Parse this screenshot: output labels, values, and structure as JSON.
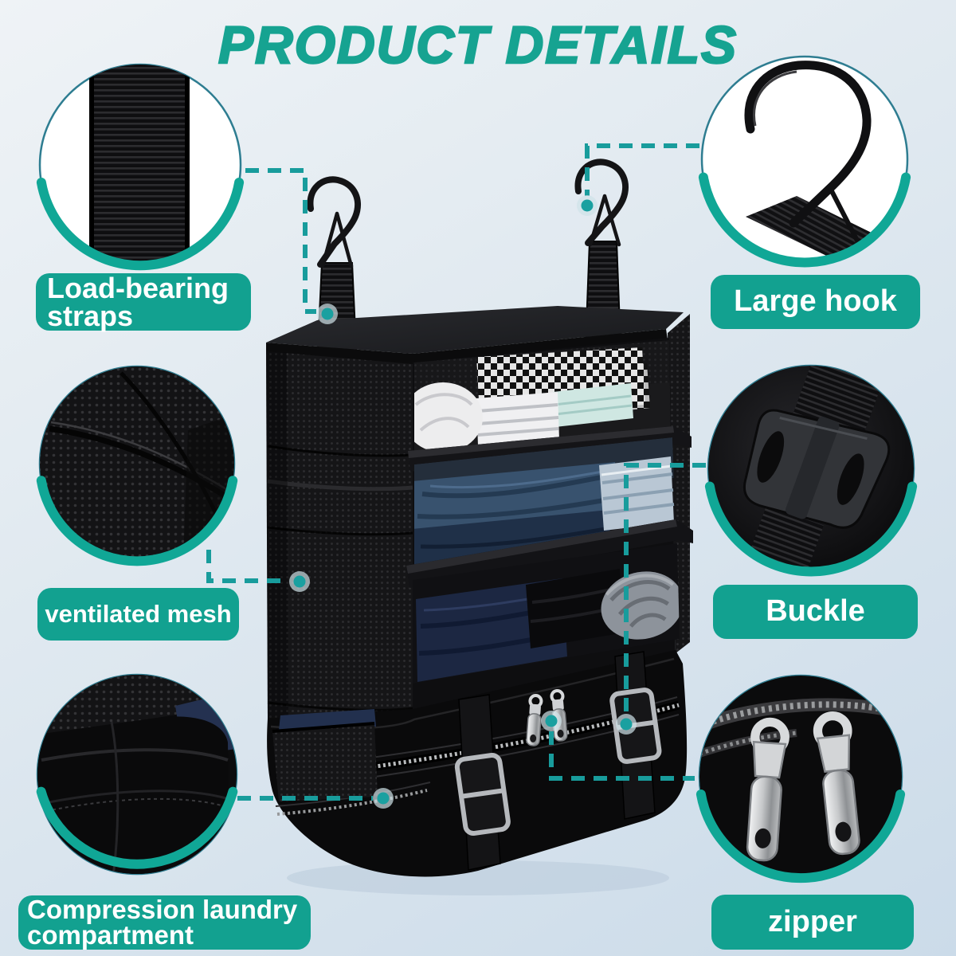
{
  "title": "PRODUCT DETAILS",
  "callouts": [
    {
      "id": "load-bearing-straps",
      "label": "Load-bearing straps",
      "position": "top-left",
      "inset_photo": "strap-webbing-closeup"
    },
    {
      "id": "large-hook",
      "label": "Large hook",
      "position": "top-right",
      "inset_photo": "metal-hook-closeup"
    },
    {
      "id": "ventilated-mesh",
      "label": "ventilated mesh",
      "position": "middle-left",
      "inset_photo": "mesh-fabric-closeup"
    },
    {
      "id": "buckle",
      "label": "Buckle",
      "position": "middle-right",
      "inset_photo": "side-release-buckle-closeup"
    },
    {
      "id": "compression-laundry-compartment",
      "label": "Compression laundry compartment",
      "position": "bottom-left",
      "inset_photo": "compartment-corner-closeup"
    },
    {
      "id": "zipper",
      "label": "zipper",
      "position": "bottom-right",
      "inset_photo": "double-zipper-pulls-closeup"
    }
  ],
  "colors": {
    "title_teal": "#16a391",
    "pill_teal": "#12a190",
    "leader_line_teal": "#189c9c",
    "circle_ring_thin": "#2e7d91",
    "circle_ring_thick": "#10a796",
    "background_top": "#eff3f6",
    "background_bottom": "#cbdbe9",
    "product_black": "#0d0d0f"
  }
}
